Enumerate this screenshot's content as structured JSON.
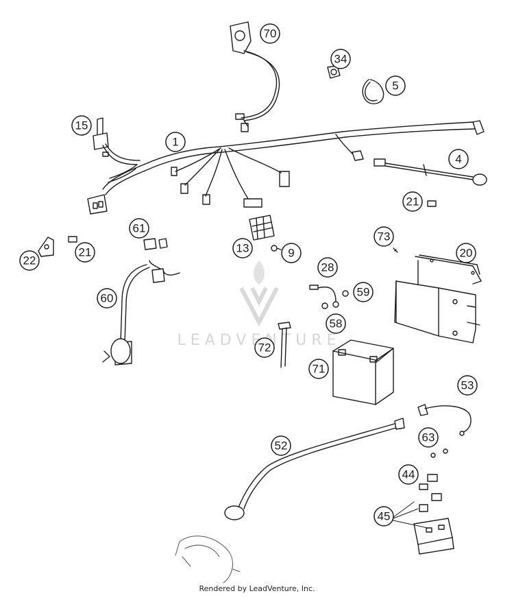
{
  "diagram": {
    "callouts": {
      "c1": "1",
      "c4": "4",
      "c5": "5",
      "c9": "9",
      "c13": "13",
      "c15": "15",
      "c20": "20",
      "c21a": "21",
      "c21b": "21",
      "c22": "22",
      "c28": "28",
      "c34": "34",
      "c44": "44",
      "c45": "45",
      "c52": "52",
      "c53": "53",
      "c58": "58",
      "c59": "59",
      "c60": "60",
      "c61": "61",
      "c63": "63",
      "c70": "70",
      "c71": "71",
      "c72": "72",
      "c73": "73"
    },
    "watermark": "LEADVENTURE",
    "watermark_logo_icon": "leadventure-flame-logo-icon"
  },
  "footer": {
    "text": "Rendered by LeadVenture, Inc."
  },
  "colors": {
    "line": "#1a1a1a",
    "watermark": "#d6d6d6",
    "background": "#ffffff"
  }
}
